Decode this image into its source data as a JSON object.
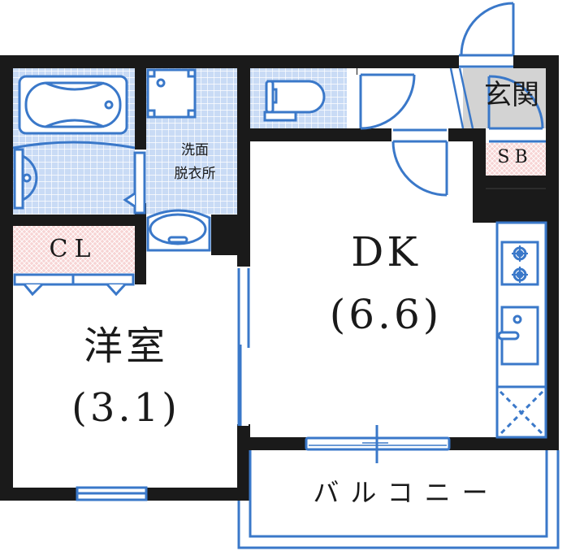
{
  "floorplan": {
    "rooms": {
      "dk": {
        "name": "DK",
        "area": "(6.6)"
      },
      "western_room": {
        "name": "洋室",
        "area": "(3.1)"
      },
      "washroom": {
        "line1": "洗面",
        "line2": "脱衣所"
      },
      "closet": {
        "name": "CL"
      },
      "entrance": {
        "name": "玄関"
      },
      "shoe_box": {
        "name": "SB"
      },
      "balcony": {
        "name": "バルコニー"
      }
    },
    "fixtures": [
      "bathtub",
      "washing-machine-pan",
      "toilet",
      "washbasin",
      "gas-stove",
      "sink",
      "refrigerator-space"
    ],
    "colors": {
      "wall": "#1a1a1a",
      "fixture_line": "#3a78c9",
      "tile_fill": "#c9dbf5",
      "closet_fill": "#f7d4d4",
      "entrance_fill": "#d3d3d3",
      "background": "#ffffff"
    }
  }
}
